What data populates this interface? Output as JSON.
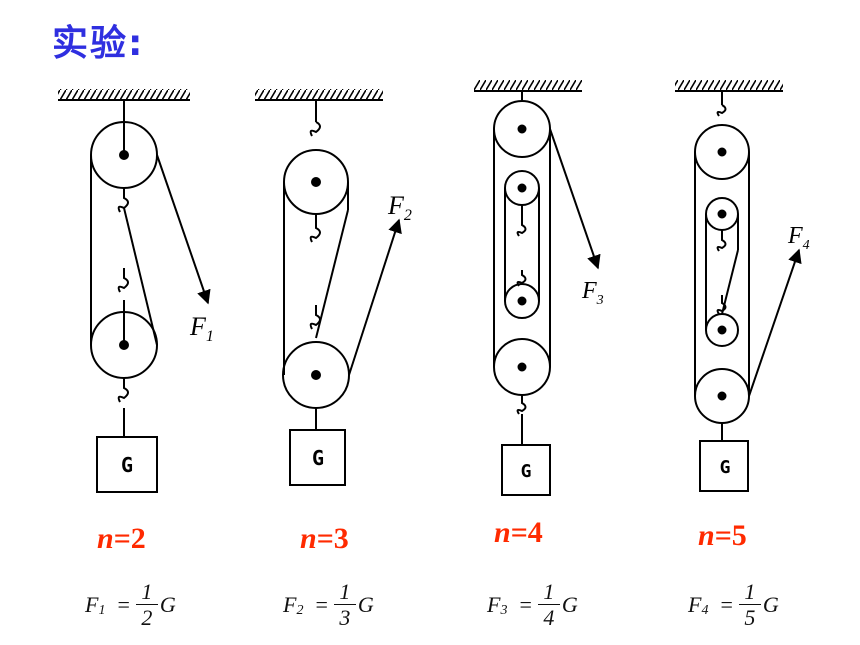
{
  "title": "实验:",
  "systems": [
    {
      "n_var": "n",
      "n_rest": "=2",
      "force_label": "F",
      "force_sub": "1",
      "formula": {
        "lhs": "F",
        "sub": "1",
        "eq": "=",
        "num": "1",
        "den": "2",
        "rhs": "G"
      },
      "weight_label": "G"
    },
    {
      "n_var": "n",
      "n_rest": "=3",
      "force_label": "F",
      "force_sub": "2",
      "formula": {
        "lhs": "F",
        "sub": "2",
        "eq": "=",
        "num": "1",
        "den": "3",
        "rhs": "G"
      },
      "weight_label": "G"
    },
    {
      "n_var": "n",
      "n_rest": "=4",
      "force_label": "F",
      "force_sub": "3",
      "formula": {
        "lhs": "F",
        "sub": "3",
        "eq": "=",
        "num": "1",
        "den": "4",
        "rhs": "G"
      },
      "weight_label": "G"
    },
    {
      "n_var": "n",
      "n_rest": "=5",
      "force_label": "F",
      "force_sub": "4",
      "formula": {
        "lhs": "F",
        "sub": "4",
        "eq": "=",
        "num": "1",
        "den": "5",
        "rhs": "G"
      },
      "weight_label": "G"
    }
  ]
}
